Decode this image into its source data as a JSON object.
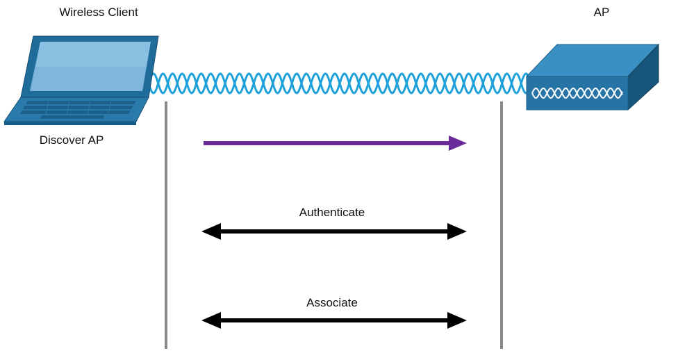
{
  "labels": {
    "client_title": "Wireless Client",
    "ap_title": "AP",
    "client_step": "Discover AP",
    "msg_authenticate": "Authenticate",
    "msg_associate": "Associate"
  },
  "icons": {
    "client": "laptop-icon",
    "ap": "access-point-icon",
    "link": "wireless-signal-wave"
  },
  "colors": {
    "discover_arrow": "#6a2a9a",
    "exchange_arrows": "#000000",
    "lifelines": "#8a8a8a",
    "wave": "#1ea0d8",
    "device_blue": "#1e6f9e"
  }
}
